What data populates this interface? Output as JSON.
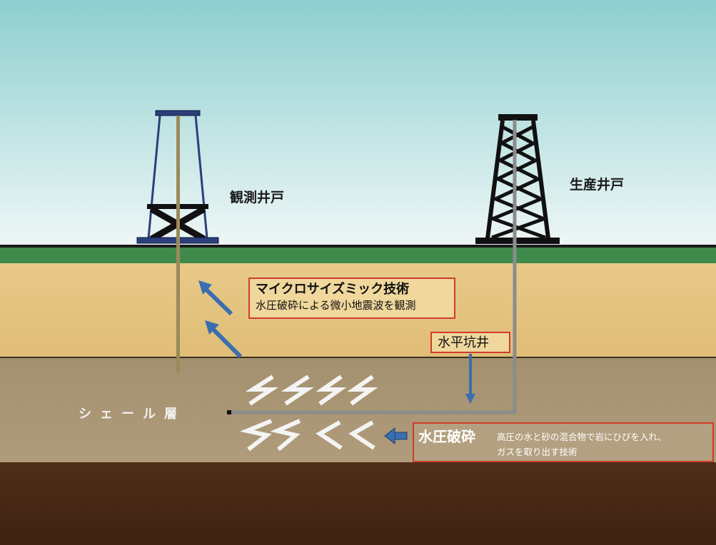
{
  "labels": {
    "observation_well": "観測井戸",
    "production_well": "生産井戸",
    "shale_layer": "シェール層",
    "horizontal_well": "水平坑井"
  },
  "microseismic": {
    "title": "マイクロサイズミック技術",
    "description": "水圧破砕による微小地震波を観測"
  },
  "fracking": {
    "title": "水圧破砕",
    "description_line1": "高圧の水と砂の混合物で岩にひびを入れ、",
    "description_line2": "ガスを取り出す技術"
  },
  "colors": {
    "sky_top": "#8ecfcf",
    "sky_bottom": "#eef6f6",
    "grass": "#3f8a4a",
    "soil_upper": "#e3c17e",
    "shale": "#a99574",
    "bedrock": "#4a2a17",
    "callout_border": "#d13b2c",
    "arrow_blue": "#3a6eb0",
    "pipe_gray": "#8c8c8c",
    "observation_pipe": "#9a8a5a"
  },
  "icons": [
    "up-left-arrow-icon",
    "down-arrow-icon",
    "left-arrow-icon",
    "crack-icon",
    "derrick-icon"
  ]
}
